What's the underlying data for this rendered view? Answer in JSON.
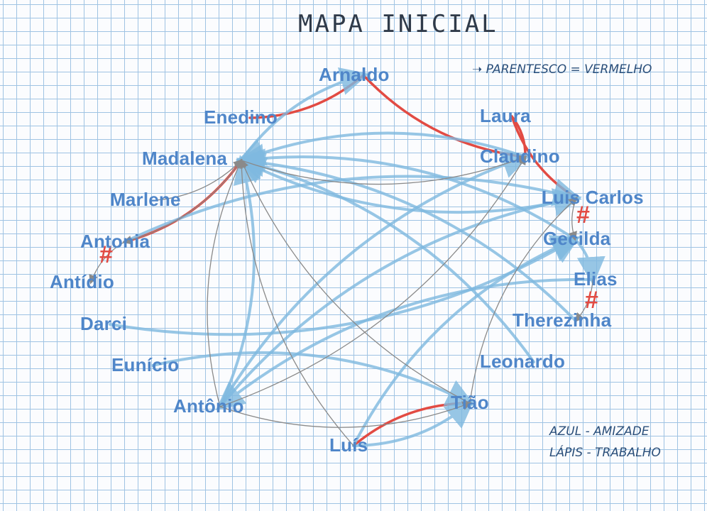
{
  "title": "MAPA INICIAL",
  "notes": {
    "kinship": "PARENTESCO = VERMELHO",
    "legend_blue": "AZUL - AMIZADE",
    "legend_pencil": "LÁPIS - TRABALHO"
  },
  "nodes": [
    {
      "id": "arnaldo",
      "label": "Arnaldo"
    },
    {
      "id": "enedino",
      "label": "Enedino"
    },
    {
      "id": "laura",
      "label": "Laura"
    },
    {
      "id": "madalena",
      "label": "Madalena"
    },
    {
      "id": "claudino",
      "label": "Claudino"
    },
    {
      "id": "marlene",
      "label": "Marlene"
    },
    {
      "id": "luiscarlos",
      "label": "Luis Carlos"
    },
    {
      "id": "antonia",
      "label": "Antonia"
    },
    {
      "id": "gecilda",
      "label": "Gecilda"
    },
    {
      "id": "antidio",
      "label": "Antídio"
    },
    {
      "id": "elias",
      "label": "Elias"
    },
    {
      "id": "darci",
      "label": "Darci"
    },
    {
      "id": "therezinha",
      "label": "Therezinha"
    },
    {
      "id": "eunicio",
      "label": "Eunício"
    },
    {
      "id": "leonardo",
      "label": "Leonardo"
    },
    {
      "id": "antonio",
      "label": "Antônio"
    },
    {
      "id": "tiao",
      "label": "Tião"
    },
    {
      "id": "luis",
      "label": "Luís"
    }
  ],
  "edge_types": {
    "friendship": {
      "color": "#7fb9e0"
    },
    "work": {
      "color": "#8a8a8a"
    },
    "kinship": {
      "color": "#e24b43"
    }
  },
  "edges": [
    {
      "from": "arnaldo",
      "to": "enedino",
      "type": "kinship"
    },
    {
      "from": "arnaldo",
      "to": "claudino",
      "type": "kinship"
    },
    {
      "from": "laura",
      "to": "claudino",
      "type": "kinship"
    },
    {
      "from": "laura",
      "to": "luiscarlos",
      "type": "kinship"
    },
    {
      "from": "madalena",
      "to": "antonia",
      "type": "kinship"
    },
    {
      "from": "tiao",
      "to": "luis",
      "type": "kinship"
    },
    {
      "from": "madalena",
      "to": "arnaldo",
      "type": "friendship"
    },
    {
      "from": "claudino",
      "to": "madalena",
      "type": "friendship"
    },
    {
      "from": "luiscarlos",
      "to": "madalena",
      "type": "friendship"
    },
    {
      "from": "gecilda",
      "to": "madalena",
      "type": "friendship"
    },
    {
      "from": "antonia",
      "to": "luiscarlos",
      "type": "friendship"
    },
    {
      "from": "darci",
      "to": "gecilda",
      "type": "friendship"
    },
    {
      "from": "gecilda",
      "to": "elias",
      "type": "friendship"
    },
    {
      "from": "elias",
      "to": "antonio",
      "type": "friendship"
    },
    {
      "from": "eunicio",
      "to": "tiao",
      "type": "friendship"
    },
    {
      "from": "luis",
      "to": "tiao",
      "type": "friendship"
    },
    {
      "from": "luis",
      "to": "gecilda",
      "type": "friendship"
    },
    {
      "from": "antonio",
      "to": "madalena",
      "type": "friendship"
    },
    {
      "from": "antonio",
      "to": "claudino",
      "type": "friendship"
    },
    {
      "from": "leonardo",
      "to": "madalena",
      "type": "friendship"
    },
    {
      "from": "antonio",
      "to": "luiscarlos",
      "type": "friendship"
    },
    {
      "from": "therezinha",
      "to": "madalena",
      "type": "friendship"
    },
    {
      "from": "madalena",
      "to": "antonia",
      "type": "work"
    },
    {
      "from": "marlene",
      "to": "madalena",
      "type": "work"
    },
    {
      "from": "antonio",
      "to": "madalena",
      "type": "work"
    },
    {
      "from": "antonio",
      "to": "claudino",
      "type": "work"
    },
    {
      "from": "tiao",
      "to": "madalena",
      "type": "work"
    },
    {
      "from": "antonio",
      "to": "tiao",
      "type": "work"
    },
    {
      "from": "luis",
      "to": "madalena",
      "type": "work"
    },
    {
      "from": "madalena",
      "to": "claudino",
      "type": "work"
    },
    {
      "from": "tiao",
      "to": "luiscarlos",
      "type": "work"
    },
    {
      "from": "luiscarlos",
      "to": "gecilda",
      "type": "work"
    },
    {
      "from": "elias",
      "to": "therezinha",
      "type": "work"
    },
    {
      "from": "antonia",
      "to": "antidio",
      "type": "work"
    }
  ]
}
